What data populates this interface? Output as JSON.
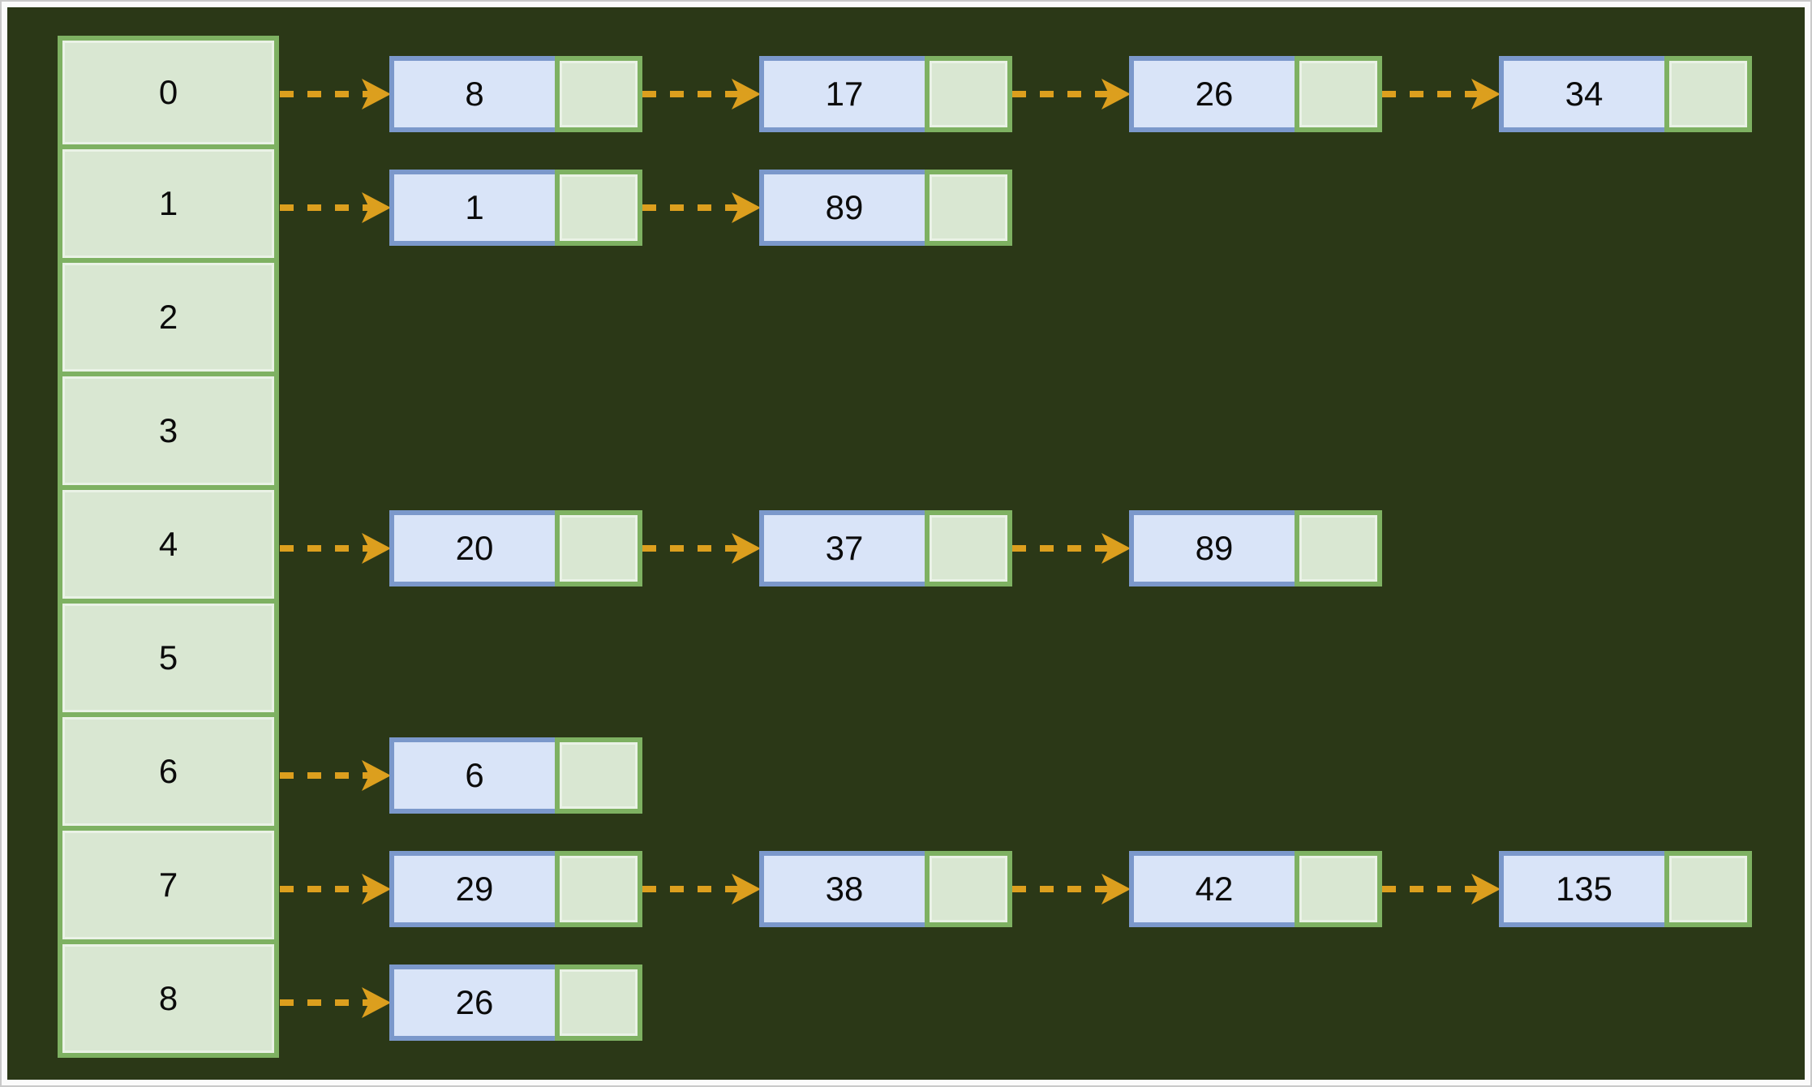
{
  "diagram_type": "hash-table-separate-chaining",
  "colors": {
    "background": "#2b3817",
    "frame_white": "#fbfbfb",
    "frame_gray": "#c9c9c9",
    "bucket_fill": "#d9e7d2",
    "bucket_border": "#7eb162",
    "node_fill": "#d9e4f8",
    "node_border": "#7b98cb",
    "next_fill": "#d9e7d2",
    "next_border": "#7eb162",
    "arrow": "#dc9f1e",
    "text": "#0b0b0b"
  },
  "buckets": [
    {
      "label": "0",
      "chain": [
        "8",
        "17",
        "26",
        "34"
      ]
    },
    {
      "label": "1",
      "chain": [
        "1",
        "89"
      ]
    },
    {
      "label": "2",
      "chain": []
    },
    {
      "label": "3",
      "chain": []
    },
    {
      "label": "4",
      "chain": [
        "20",
        "37",
        "89"
      ]
    },
    {
      "label": "5",
      "chain": []
    },
    {
      "label": "6",
      "chain": [
        "6"
      ]
    },
    {
      "label": "7",
      "chain": [
        "29",
        "38",
        "42",
        "135"
      ]
    },
    {
      "label": "8",
      "chain": [
        "26"
      ]
    }
  ]
}
